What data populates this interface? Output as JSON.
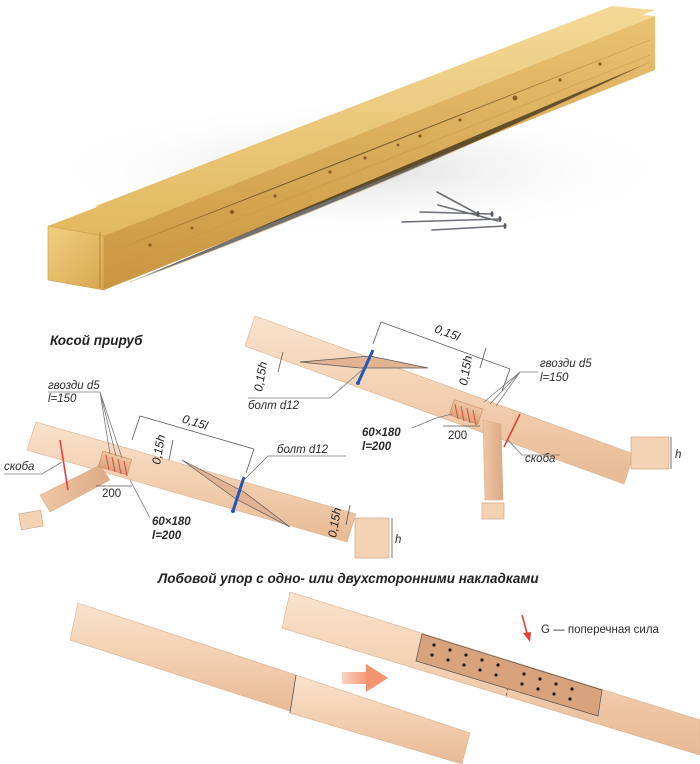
{
  "sections": {
    "oblique_joint_title": "Косой прируб",
    "butt_joint_title": "Лобовой упор с одно- или двухсторонними накладками"
  },
  "left_diagram": {
    "nails_line1": "гвозди d5",
    "nails_line2": "l=150",
    "bracket": "скоба",
    "length_fraction": "0,15l",
    "height_fraction_top": "0,15h",
    "height_fraction_bottom": "0,15h",
    "bolt": "болт d12",
    "seat_width": "200",
    "plate_size": "60×180",
    "plate_length": "l=200",
    "section_height": "h"
  },
  "right_diagram": {
    "length_fraction": "0,15l",
    "height_fraction_left": "0,15h",
    "height_fraction_right": "0,15h",
    "nails_line1": "гвозди d5",
    "nails_line2": "l=150",
    "bolt": "болт d12",
    "plate_size": "60×180",
    "plate_length": "l=200",
    "seat_width": "200",
    "bracket": "скоба",
    "section_height": "h"
  },
  "butt_diagram": {
    "force_label": "G — поперечная сила"
  },
  "colors": {
    "wood_light": "#f7dcc3",
    "wood_mid": "#efc6a4",
    "wood_dark": "#d9a47e",
    "beam_yellow": "#e7c06a",
    "bolt_blue": "#2456b8",
    "bracket_red": "#e0413a",
    "arrow_salmon": "#f2956e"
  },
  "icons": {
    "photo_beam": "laminated-timber-beam-icon",
    "photo_nails": "nails-icon"
  }
}
